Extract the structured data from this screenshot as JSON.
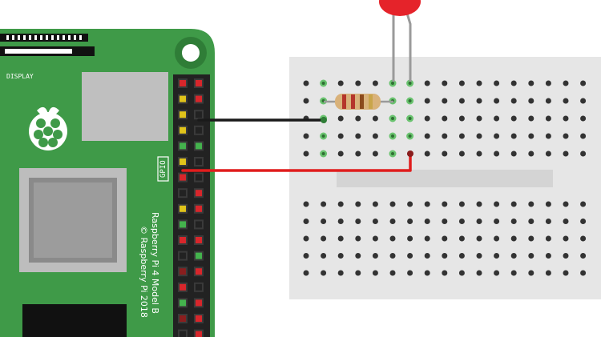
{
  "board": {
    "display_label": "DISPLAY",
    "gpio_label": "GPIO",
    "model_label": "Raspberry Pi 4 Model B",
    "copyright_label": "© Raspberry Pi 2018",
    "colors": {
      "pcb": "#3f9a48",
      "pcb_dark": "#2f7d37",
      "chip": "#bfbfbf",
      "chip_dark": "#7a7a7a",
      "black": "#111111"
    }
  },
  "header": {
    "columns": 2,
    "rows": 17,
    "pin_colors": {
      "red": "#d8262b",
      "black": "#222222",
      "green": "#44b34d",
      "yellow": "#e0c31a",
      "dark_red": "#8a1e1e"
    },
    "pins": [
      [
        "red",
        "red"
      ],
      [
        "yellow",
        "red"
      ],
      [
        "yellow",
        "black"
      ],
      [
        "yellow",
        "black"
      ],
      [
        "green",
        "green"
      ],
      [
        "yellow",
        "black"
      ],
      [
        "red",
        "black"
      ],
      [
        "black",
        "red"
      ],
      [
        "yellow",
        "red"
      ],
      [
        "green",
        "black"
      ],
      [
        "red",
        "red"
      ],
      [
        "black",
        "green"
      ],
      [
        "dark_red",
        "red"
      ],
      [
        "red",
        "black"
      ],
      [
        "green",
        "red"
      ],
      [
        "dark_red",
        "red"
      ],
      [
        "black",
        "red"
      ]
    ]
  },
  "breadboard": {
    "colors": {
      "body": "#e6e6e6",
      "hole": "#333333",
      "channel": "#d4d4d4",
      "active_hole": "#6ac36f"
    },
    "top_rows": 5,
    "bottom_rows": 5,
    "columns": 17
  },
  "components": {
    "resistor": {
      "body_color": "#d9b27a",
      "bands": [
        "#b5352b",
        "#b5352b",
        "#8b4a1c",
        "#c9a54a"
      ]
    },
    "led": {
      "color": "#e5232a",
      "leg_color": "#9a9a9a"
    },
    "wires": [
      {
        "name": "ground-wire",
        "color": "#1a1a1a"
      },
      {
        "name": "signal-wire",
        "color": "#e01d1d"
      }
    ]
  }
}
